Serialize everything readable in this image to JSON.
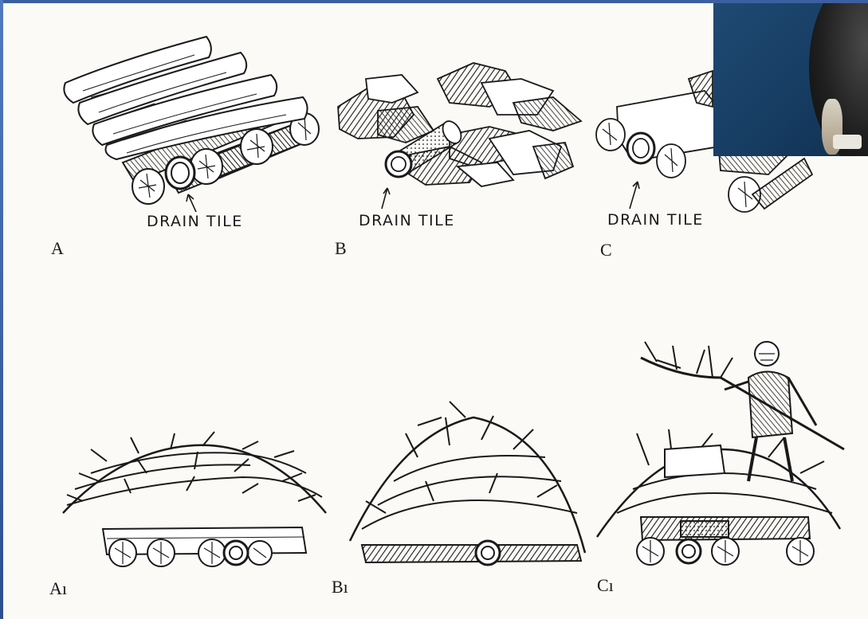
{
  "callouts": {
    "a": "DRAIN TILE",
    "b": "DRAIN TILE",
    "c": "DRAIN TILE"
  },
  "panels": {
    "a": "A",
    "b": "B",
    "c": "C",
    "a1": "Aı",
    "b1": "Bı",
    "c1": "Cı"
  },
  "colors": {
    "ink": "#1a1a1a",
    "paper": "#fbfaf6",
    "border": "#3b5fa0"
  },
  "icons": {
    "arrow": "arrow-pointer",
    "photo": "photo-inset"
  }
}
